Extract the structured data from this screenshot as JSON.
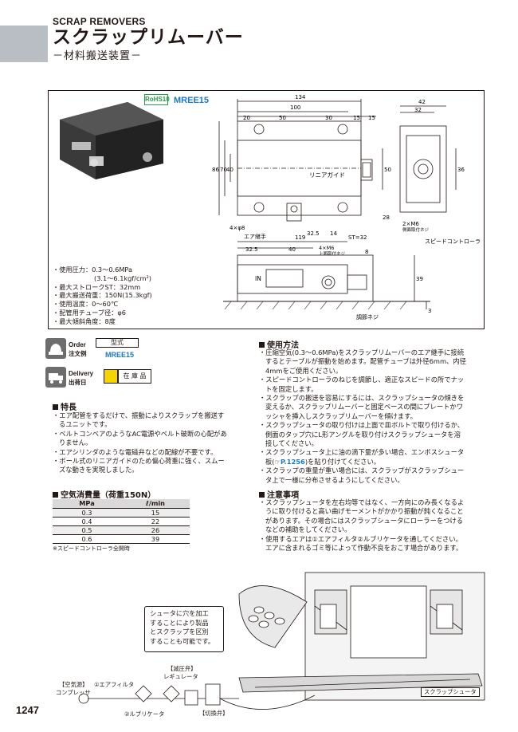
{
  "header": {
    "en_title": "SCRAP REMOVERS",
    "jp_title": "スクラップリムーバー",
    "subtitle": "－材料搬送装置－"
  },
  "product": {
    "rohs": "RoHS10",
    "model": "MREE15"
  },
  "drawing_labels": {
    "dims_top": [
      "134",
      "100",
      "20",
      "50",
      "30",
      "15",
      "15",
      "42",
      "32"
    ],
    "dims_left": [
      "86",
      "70",
      "40"
    ],
    "dims_right": [
      "50",
      "36"
    ],
    "linear_guide": "リニアガイド",
    "dims_mid": [
      "32.5",
      "14",
      "28"
    ],
    "holes": "4×φ8",
    "air_joint": "エア継手",
    "m6": "2×M6",
    "m6_sub": "側面取付ネジ",
    "speed_ctrl": "スピードコントローラ",
    "dims_side": [
      "119",
      "ST=32",
      "32.5",
      "40",
      "8"
    ],
    "m6_top": "4×M6",
    "m6_top_sub": "上面取付ネジ",
    "in_label": "IN",
    "side_right": [
      "39",
      "3"
    ],
    "adjust_screw": "調節ネジ"
  },
  "specs": [
    "・使用圧力：0.3～0.6MPa",
    "(3.1～6.1kgf/cm²)",
    "・最大ストロークST：32mm",
    "・最大搬送荷重：150N(15.3kgf)",
    "・使用温度：0～60℃",
    "・配管用チューブ径：φ6",
    "・最大傾斜角度：8度"
  ],
  "order": {
    "en": "Order",
    "jp": "注文例",
    "type_label": "型式",
    "type_value": "MREE15"
  },
  "delivery": {
    "en": "Delivery",
    "jp": "出荷日",
    "stock": "在 庫 品"
  },
  "features": {
    "title": "特長",
    "items": [
      "・エア配管をするだけで、振動によりスクラップを搬送するユニットです。",
      "・ベルトコンベアのようなAC電源やベルト破断の心配がありません。",
      "・エアシリンダのような電磁弁などの配線が不要です。",
      "・ボール式のリニアガイドのため偏心荷重に強く、スムーズな動きを実現しました。"
    ]
  },
  "air": {
    "title": "空気消費量（荷重150N）",
    "head_mpa": "MPa",
    "head_lmin": "ℓ/min",
    "rows": [
      [
        "0.3",
        "15"
      ],
      [
        "0.4",
        "22"
      ],
      [
        "0.5",
        "26"
      ],
      [
        "0.6",
        "39"
      ]
    ],
    "note": "※スピードコントローラ全開時"
  },
  "usage": {
    "title": "使用方法",
    "items": [
      "・圧縮空気(0.3～0.6MPa)をスクラップリムーバーのエア継手に接続するとテーブルが振動を始めます。配管チューブは外径6mm、内径4mmをご使用ください。",
      "・スピードコントローラのねじを調節し、適正なスピードの所でナットを固定します。",
      "・スクラップの搬送を容易にするには、スクラップシュータの傾きを変えるか、スクラップリムーバーと固定ベースの間にプレートかワッシャを挿入しスクラップリムーバーを傾けます。",
      "・スクラップシュータの取り付けは上面で皿ボルトで取り付けるか、側面のタップ穴にL形アングルを取り付けスクラップシュータを溶接してください。",
      "・スクラップシュータ上に油の滴下量が多い場合、エンボスシュータ板(",
      "・スクラップの重量が重い場合には、スクラップがスクラップシュータ上で一様に分布させるようにしてください。"
    ],
    "ref": "P.1256",
    "ref_pre": "☞",
    "ref_post": ")を貼り付けてください。"
  },
  "caution": {
    "title": "注意事項",
    "items": [
      "・スクラップシュータを左右均等ではなく、一方向にのみ長くなるように取り付けると高い曲げモーメントがかかり振動が鈍くなることがあります。その場合にはスクラップシュータにローラーをつけるなどの補助をしてください。",
      "・使用するエアは①エアフィルタ②ルブリケータを通してください。エアに含まれるゴミ等によって作動不良をおこす場合があります。"
    ]
  },
  "diagram": {
    "callout": [
      "シュータに穴を加工",
      "することにより製品",
      "とスクラップを区別",
      "することも可能です。"
    ],
    "src": "【空気源】",
    "compressor": "コンプレッサ",
    "filter": "①エアフィルタ",
    "lubricator": "②ルブリケータ",
    "reg": "【減圧弁】",
    "regulator": "レギュレータ",
    "switch": "【切換弁】",
    "chute": "スクラップシュータ"
  },
  "page_number": "1247"
}
